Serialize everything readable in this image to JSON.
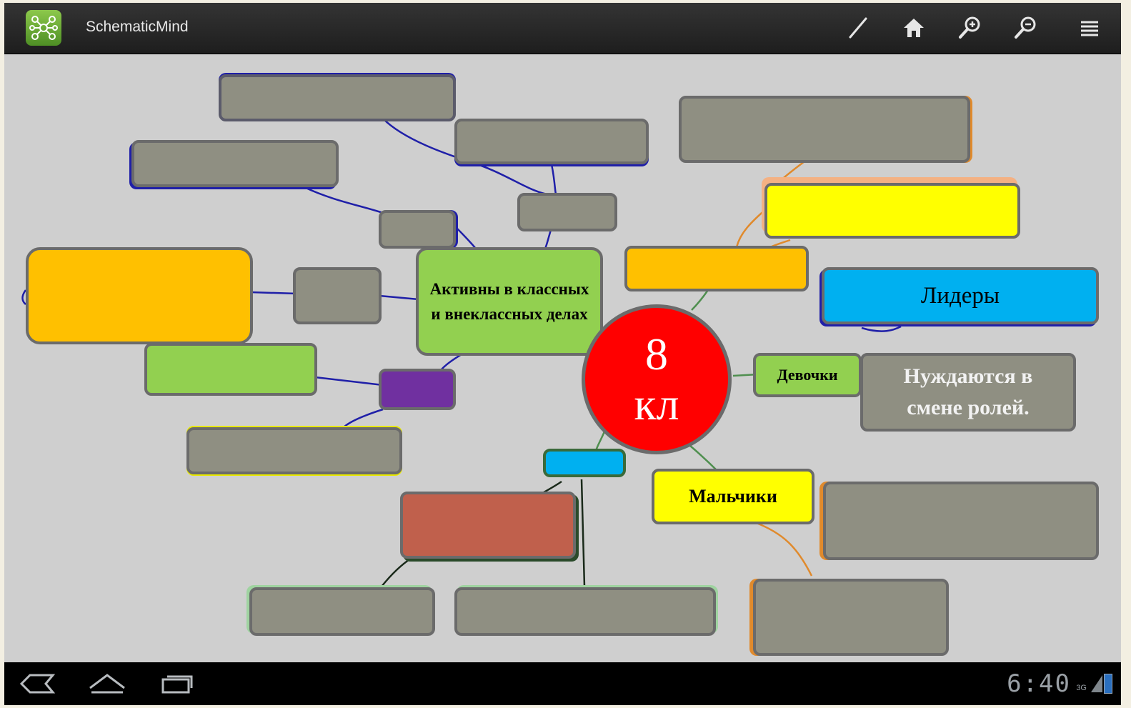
{
  "app": {
    "title": "SchematicMind",
    "icon": "mindmap-logo-icon"
  },
  "toolbar": {
    "icons": [
      "pen-icon",
      "home-icon",
      "zoom-in-icon",
      "zoom-out-icon",
      "menu-icon"
    ]
  },
  "mindmap": {
    "center": {
      "line1": "8",
      "line2": "кл",
      "color": "#ff0000"
    },
    "active_node": {
      "text": "Активны в классных и внеклассных делах",
      "color": "#92d050"
    },
    "girls_node": {
      "text": "Девочки",
      "color": "#92d050"
    },
    "boys_node": {
      "text": "Мальчики",
      "color": "#ffff00"
    },
    "leaders_node": {
      "text": "Лидеры",
      "color": "#00b0f0"
    },
    "need_roles_node": {
      "text": "Нуждаются в смене ролей.",
      "color": "#8f8f82"
    },
    "colors": {
      "gray": "#8f8f82",
      "orange": "#ffc000",
      "yellow": "#ffff00",
      "green": "#92d050",
      "purple": "#7030a0",
      "blue": "#00b0f0",
      "red": "#c0604c",
      "blue_line": "#1f1fa8",
      "orange_line": "#e08a2c",
      "green_line": "#4f8f4f"
    }
  },
  "navbar": {
    "icons": [
      "back-icon",
      "home-nav-icon",
      "recent-apps-icon"
    ],
    "time": "6:40",
    "network": "3G"
  }
}
